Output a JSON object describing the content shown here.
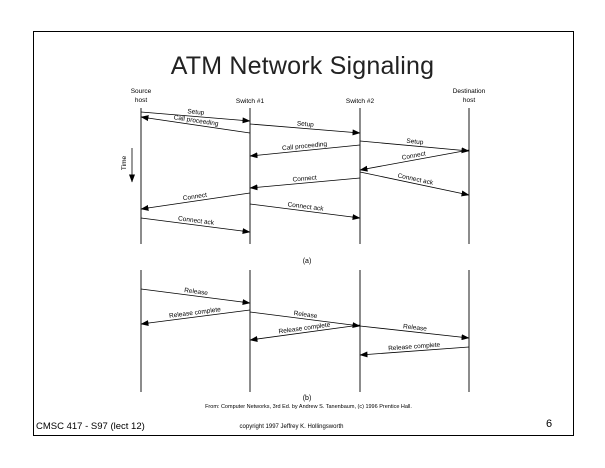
{
  "slide": {
    "title": "ATM Network Signaling",
    "page_number": "6",
    "course": "CMSC 417 - S97  (lect 12)",
    "copyright": "copyright 1997  Jeffrey K. Hollingsworth",
    "credit": "From: Computer Networks, 3rd Ed. by Andrew S. Tanenbaum, (c) 1996 Prentice Hall."
  },
  "diagram": {
    "nodes": [
      {
        "lines": [
          "Source",
          "host"
        ]
      },
      {
        "lines": [
          "Switch #1"
        ]
      },
      {
        "lines": [
          "Switch #2"
        ]
      },
      {
        "lines": [
          "Destination",
          "host"
        ]
      }
    ],
    "time_label": "Time",
    "part_a": {
      "label": "(a)",
      "messages": [
        {
          "label": "Setup",
          "from": 0,
          "to": 1
        },
        {
          "label": "Call proceeding",
          "from": 1,
          "to": 0
        },
        {
          "label": "Setup",
          "from": 1,
          "to": 2
        },
        {
          "label": "Call proceeding",
          "from": 2,
          "to": 1
        },
        {
          "label": "Setup",
          "from": 2,
          "to": 3
        },
        {
          "label": "Connect",
          "from": 3,
          "to": 2
        },
        {
          "label": "Connect",
          "from": 2,
          "to": 1
        },
        {
          "label": "Connect ack",
          "from": 2,
          "to": 3
        },
        {
          "label": "Connect",
          "from": 1,
          "to": 0
        },
        {
          "label": "Connect ack",
          "from": 1,
          "to": 2
        },
        {
          "label": "Connect ack",
          "from": 0,
          "to": 1
        }
      ]
    },
    "part_b": {
      "label": "(b)",
      "messages": [
        {
          "label": "Release",
          "from": 0,
          "to": 1
        },
        {
          "label": "Release complete",
          "from": 1,
          "to": 0
        },
        {
          "label": "Release",
          "from": 1,
          "to": 2
        },
        {
          "label": "Release complete",
          "from": 2,
          "to": 1
        },
        {
          "label": "Release",
          "from": 2,
          "to": 3
        },
        {
          "label": "Release complete",
          "from": 3,
          "to": 2
        }
      ]
    }
  }
}
